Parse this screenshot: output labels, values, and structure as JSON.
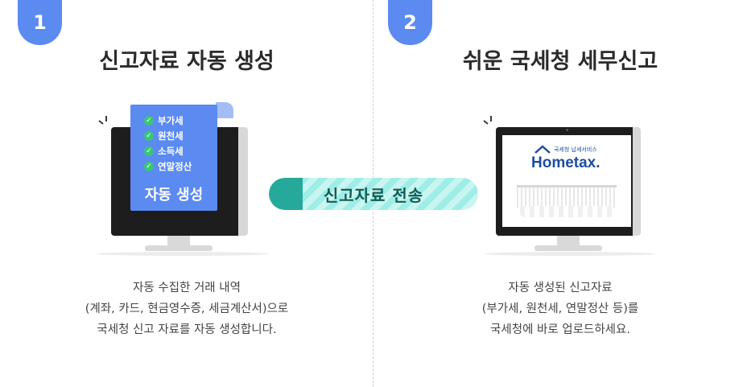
{
  "steps": [
    {
      "number": "1",
      "title": "신고자료 자동 생성",
      "doc_items": [
        "부가세",
        "원천세",
        "소득세",
        "연말정산"
      ],
      "doc_label": "자동 생성",
      "description": [
        "자동 수집한 거래 내역",
        "(계좌, 카드, 현금영수증, 세금계산서)으로",
        "국세청 신고 자료를 자동 생성합니다."
      ]
    },
    {
      "number": "2",
      "title": "쉬운 국세청 세무신고",
      "logo_small": "국세청 납세서비스",
      "logo_main": "Hometax.",
      "description": [
        "자동 생성된 신고자료",
        "(부가세, 원천세, 연말정산 등)를",
        "국세청에 바로 업로드하세요."
      ]
    }
  ],
  "banner": {
    "label": "신고자료 전송"
  },
  "colors": {
    "badge": "#5b8af0",
    "doc": "#5b8af0",
    "banner_cap": "#26a99a",
    "banner_stripe": "#9eede6",
    "check": "#3cc47a"
  },
  "icons": {
    "check": "check-icon",
    "sparkle": "sparkle-icon",
    "house": "house-icon"
  }
}
